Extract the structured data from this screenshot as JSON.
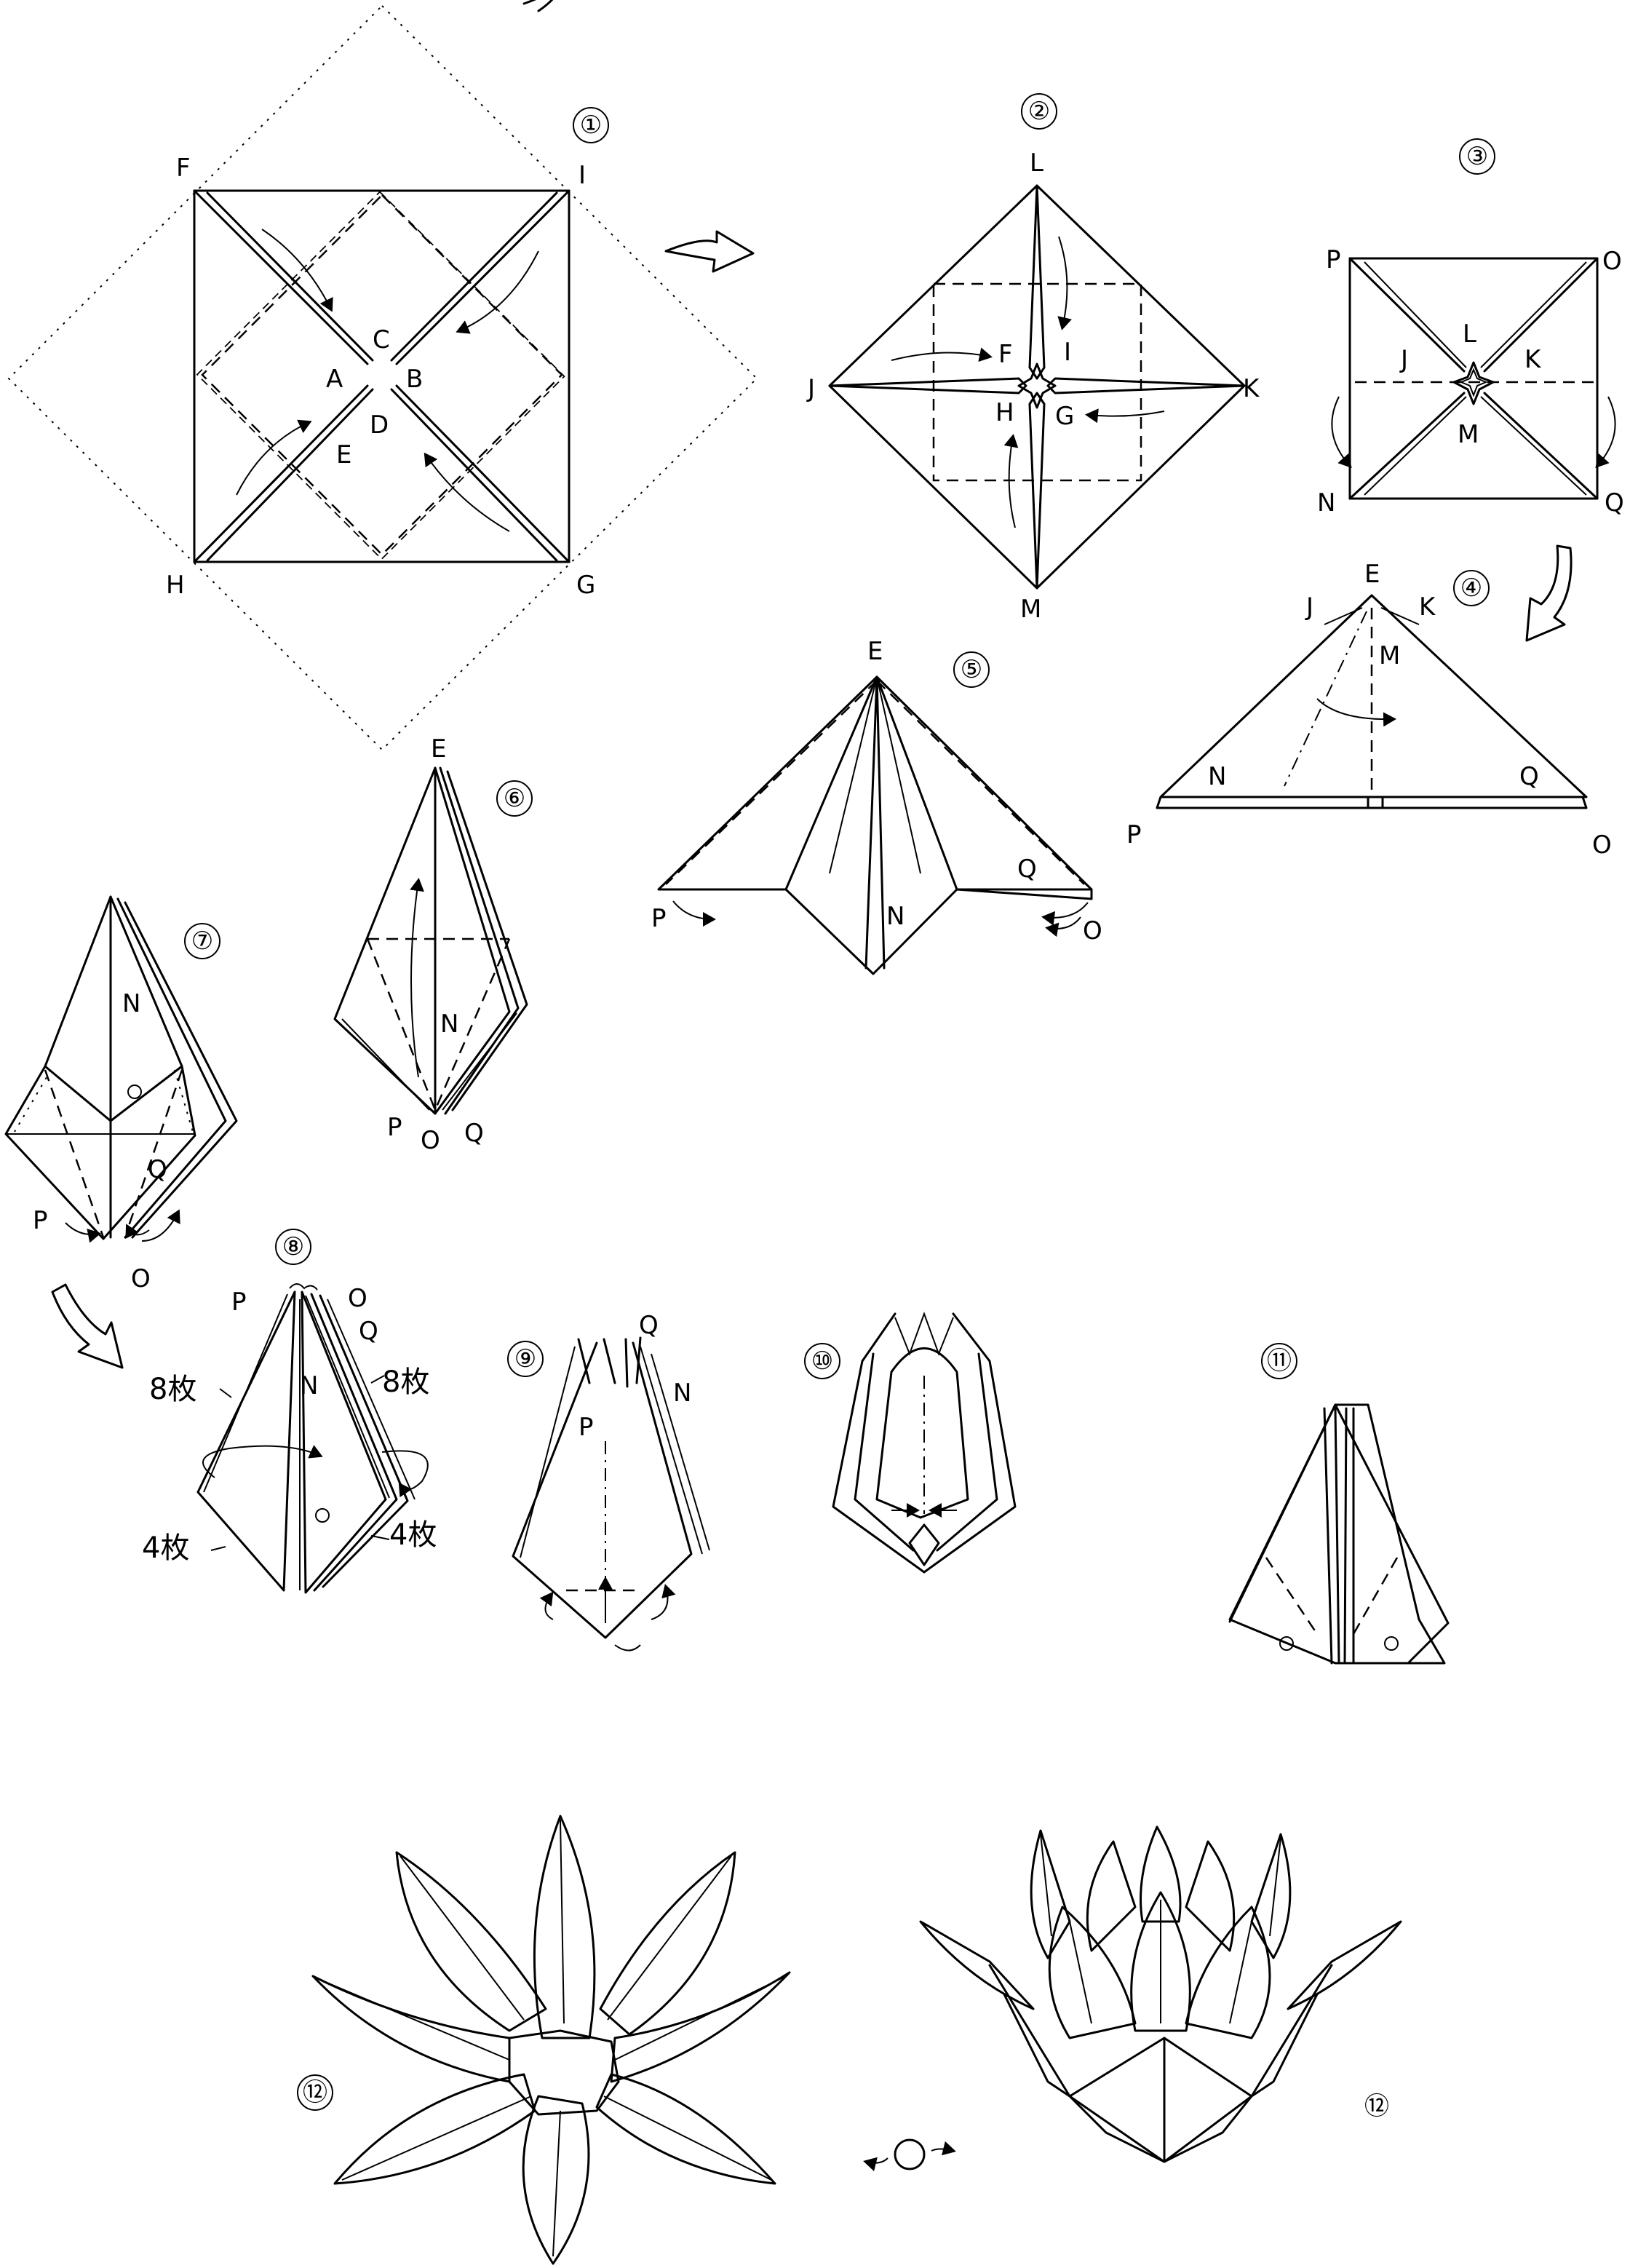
{
  "title": "ア…の花",
  "steps": [
    "①",
    "②",
    "③",
    "④",
    "⑤",
    "⑥",
    "⑦",
    "⑧",
    "⑨",
    "⑩",
    "⑪",
    "⑫",
    "⑫"
  ],
  "labels": {
    "s1": [
      "F",
      "I",
      "C",
      "A",
      "B",
      "D",
      "E",
      "H",
      "G"
    ],
    "s2": [
      "L",
      "J",
      "K",
      "F",
      "I",
      "H",
      "G",
      "M"
    ],
    "s3": [
      "P",
      "O",
      "L",
      "J",
      "K",
      "M",
      "N",
      "Q"
    ],
    "s4": [
      "E",
      "J",
      "K",
      "M",
      "N",
      "Q",
      "P",
      "O"
    ],
    "s5": [
      "E",
      "P",
      "N",
      "Q",
      "O"
    ],
    "s6": [
      "E",
      "N",
      "P",
      "O",
      "Q"
    ],
    "s7": [
      "N",
      "Q",
      "P",
      "O"
    ],
    "s8": [
      "P",
      "O",
      "Q",
      "N"
    ],
    "s9": [
      "Q",
      "N",
      "P"
    ]
  },
  "counts": {
    "left_top": "8枚",
    "right_top": "8枚",
    "left_bottom": "4枚",
    "right_bottom": "4枚"
  }
}
